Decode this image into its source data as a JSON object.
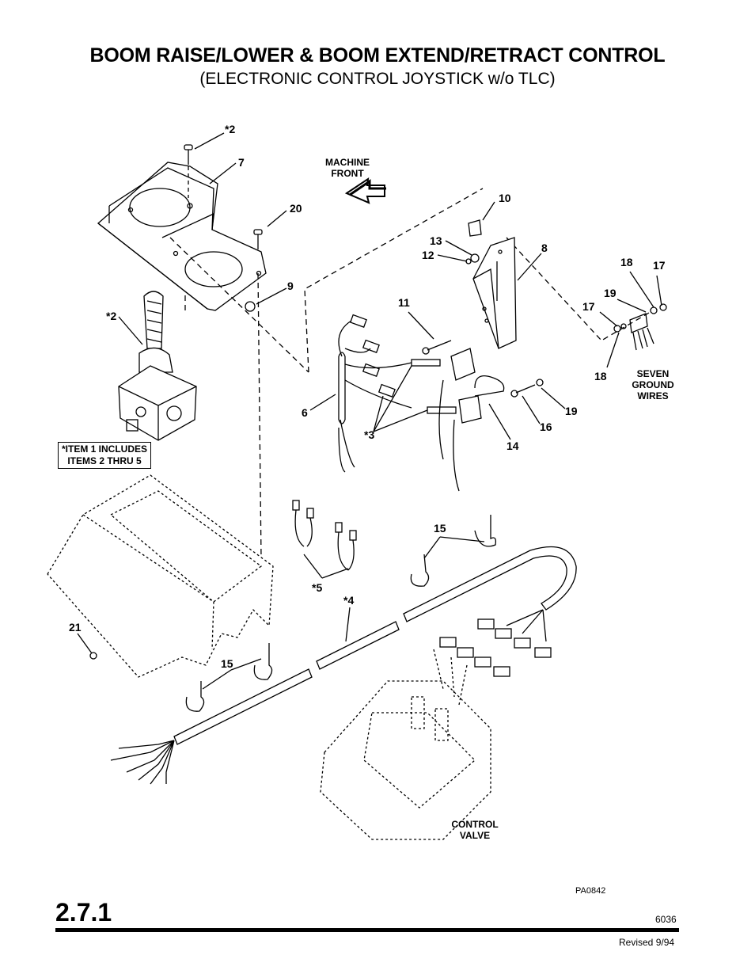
{
  "header": {
    "title": "BOOM RAISE/LOWER & BOOM EXTEND/RETRACT CONTROL",
    "subtitle": "(ELECTRONIC  CONTROL JOYSTICK w/o TLC)"
  },
  "callouts": {
    "c_2_top": "*2",
    "c_7": "7",
    "c_20": "20",
    "c_9": "9",
    "c_2_left": "*2",
    "c_10": "10",
    "c_13": "13",
    "c_12": "12",
    "c_8": "8",
    "c_11": "11",
    "c_6": "6",
    "c_3": "*3",
    "c_14": "14",
    "c_16": "16",
    "c_19a": "19",
    "c_18a": "18",
    "c_17a": "17",
    "c_19b": "19",
    "c_17b": "17",
    "c_18b": "18",
    "c_15a": "15",
    "c_5": "*5",
    "c_4": "*4",
    "c_21": "21",
    "c_15b": "15"
  },
  "labels": {
    "machine_front": "MACHINE\nFRONT",
    "seven_ground": "SEVEN\nGROUND\nWIRES",
    "control_valve": "CONTROL\nVALVE"
  },
  "note": "*ITEM 1 INCLUDES\nITEMS 2 THRU 5",
  "footer": {
    "section": "2.7.1",
    "drawing_code": "PA0842",
    "page_number": "6036",
    "revised": "Revised 9/94"
  }
}
